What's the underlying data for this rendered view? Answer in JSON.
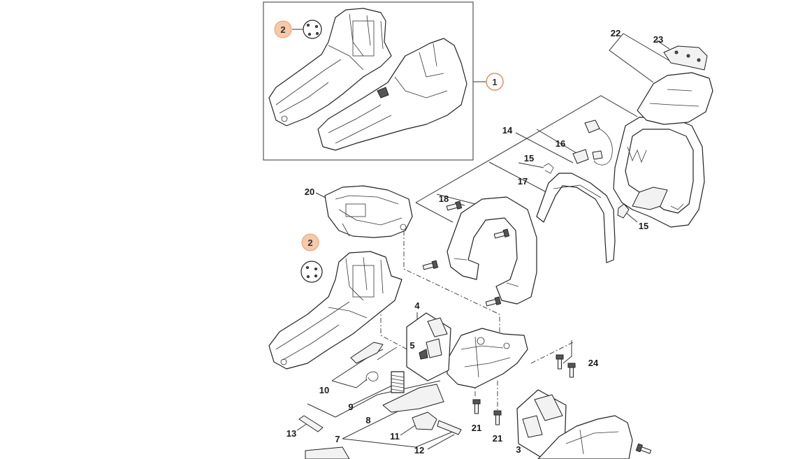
{
  "callouts": [
    {
      "id": "1",
      "label": "1",
      "style": "ring"
    },
    {
      "id": "2a",
      "label": "2",
      "style": "filled"
    },
    {
      "id": "2b",
      "label": "2",
      "style": "filled"
    },
    {
      "id": "3",
      "label": "3"
    },
    {
      "id": "4",
      "label": "4"
    },
    {
      "id": "5",
      "label": "5"
    },
    {
      "id": "7",
      "label": "7"
    },
    {
      "id": "8",
      "label": "8"
    },
    {
      "id": "9",
      "label": "9"
    },
    {
      "id": "10",
      "label": "10"
    },
    {
      "id": "11",
      "label": "11"
    },
    {
      "id": "12",
      "label": "12"
    },
    {
      "id": "13",
      "label": "13"
    },
    {
      "id": "14",
      "label": "14"
    },
    {
      "id": "15a",
      "label": "15"
    },
    {
      "id": "15b",
      "label": "15"
    },
    {
      "id": "16",
      "label": "16"
    },
    {
      "id": "17",
      "label": "17"
    },
    {
      "id": "18",
      "label": "18"
    },
    {
      "id": "20",
      "label": "20"
    },
    {
      "id": "21a",
      "label": "21"
    },
    {
      "id": "21b",
      "label": "21"
    },
    {
      "id": "22",
      "label": "22"
    },
    {
      "id": "23",
      "label": "23"
    },
    {
      "id": "24",
      "label": "24"
    }
  ],
  "colors": {
    "highlight_fill": "#f5c9a9",
    "highlight_stroke": "#e8a070",
    "ring_stroke": "#e09060",
    "line": "#333333"
  }
}
